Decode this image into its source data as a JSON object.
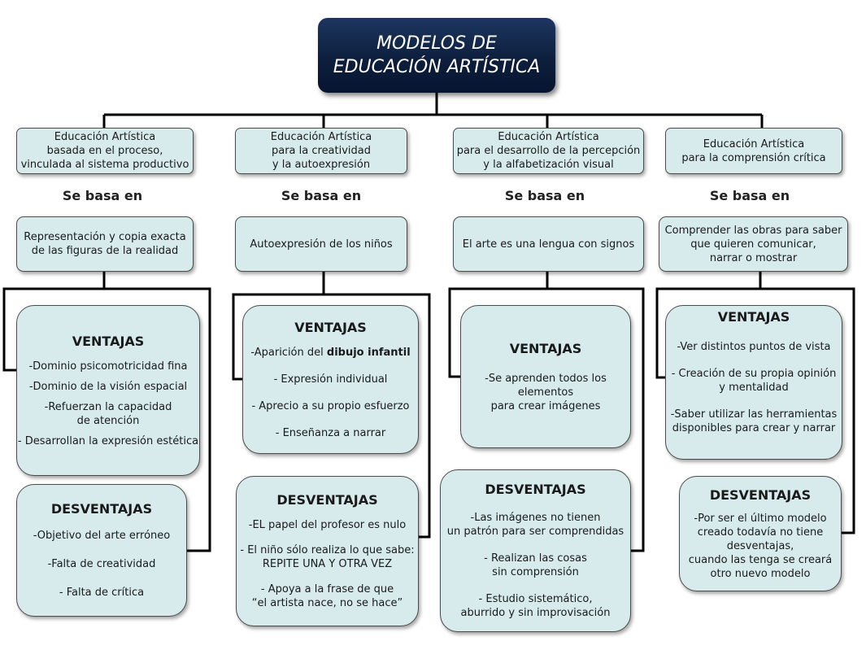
{
  "title": [
    "MODELOS DE",
    "EDUCACIÓN ARTÍSTICA"
  ],
  "se_basa_label": "Se basa en",
  "models": [
    {
      "name": [
        "Educación Artística",
        "basada en el proceso,",
        "vinculada al sistema productivo"
      ],
      "basis": [
        "Representación y copia exacta",
        "de las figuras de la realidad"
      ],
      "ventajas_title": "VENTAJAS",
      "ventajas": [
        [
          "-Dominio psicomotricidad fina"
        ],
        [
          "-Dominio de la visión espacial"
        ],
        [
          "-Refuerzan la capacidad",
          "de atención"
        ],
        [
          "- Desarrollan la expresión estética"
        ]
      ],
      "desventajas_title": "DESVENTAJAS",
      "desventajas": [
        [
          "-Objetivo del arte erróneo"
        ],
        [
          "-Falta de creatividad"
        ],
        [
          "- Falta de crítica"
        ]
      ]
    },
    {
      "name": [
        "Educación Artística",
        "para la creatividad",
        "y la autoexpresión"
      ],
      "basis": [
        "Autoexpresión de los niños"
      ],
      "ventajas_title": "VENTAJAS",
      "ventajas_first_prefix": "-Aparición del ",
      "ventajas_first_bold": "dibujo infantil",
      "ventajas": [
        [
          "- Expresión individual"
        ],
        [
          "- Aprecio a su propio esfuerzo"
        ],
        [
          "- Enseñanza a narrar"
        ]
      ],
      "desventajas_title": "DESVENTAJAS",
      "desventajas": [
        [
          "-EL papel del profesor es nulo"
        ],
        [
          "- El niño sólo realiza lo que sabe:",
          "REPITE UNA Y OTRA VEZ"
        ],
        [
          "- Apoya a la frase de que",
          "“el artista nace, no se hace”"
        ]
      ]
    },
    {
      "name": [
        "Educación Artística",
        "para el desarrollo de la percepción",
        "y la alfabetización visual"
      ],
      "basis": [
        "El arte es una lengua con signos"
      ],
      "ventajas_title": "VENTAJAS",
      "ventajas": [
        [
          "-Se aprenden todos los",
          "elementos",
          "para crear imágenes"
        ]
      ],
      "desventajas_title": "DESVENTAJAS",
      "desventajas": [
        [
          "-Las imágenes no tienen",
          "un patrón para ser comprendidas"
        ],
        [
          "- Realizan las cosas",
          "sin comprensión"
        ],
        [
          "- Estudio sistemático,",
          "aburrido y sin improvisación"
        ]
      ]
    },
    {
      "name": [
        "Educación Artística",
        "para la comprensión crítica"
      ],
      "basis": [
        "Comprender las obras para saber",
        "que quieren comunicar,",
        "narrar o mostrar"
      ],
      "ventajas_title": "VENTAJAS",
      "ventajas": [
        [
          "-Ver distintos puntos de vista"
        ],
        [
          "- Creación de su propia opinión",
          "y mentalidad"
        ],
        [
          "-Saber utilizar las herramientas",
          "disponibles para crear y narrar"
        ]
      ],
      "desventajas_title": "DESVENTAJAS",
      "desventajas": [
        [
          "-Por ser el último modelo",
          "creado todavía no tiene",
          "desventajas,",
          "cuando las tenga se creará",
          "otro nuevo modelo"
        ]
      ]
    }
  ]
}
